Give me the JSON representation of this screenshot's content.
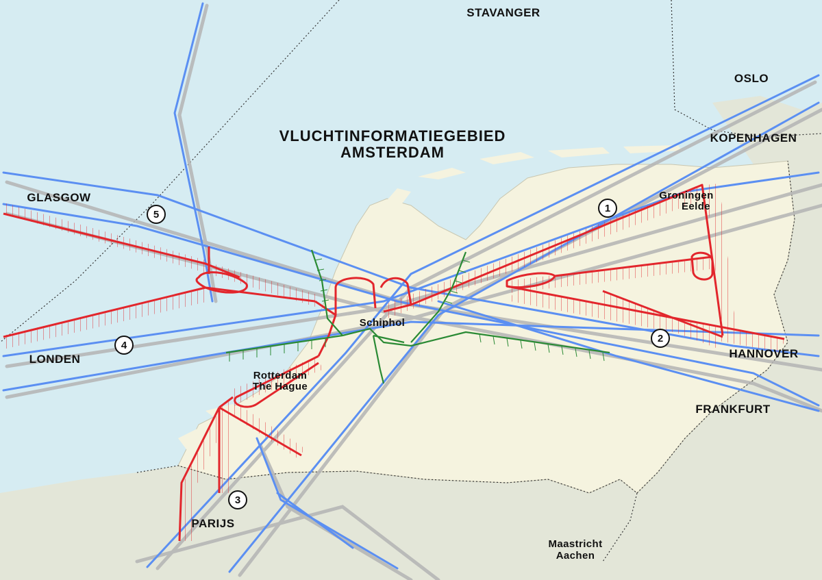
{
  "colors": {
    "sea": "#d6ecf2",
    "land": "#f5f3df",
    "foreign_land": "#e3e6d8",
    "airway": "#5b8ff2",
    "airway_shadow": "#b4b4b4",
    "arrival": "#e2262c",
    "departure": "#2a8a34",
    "hatch_red": "#e2262c",
    "hatch_green": "#2a8a34"
  },
  "fir_title": {
    "line1": "VLUCHTINFORMATIEGEBIED",
    "line2": "AMSTERDAM"
  },
  "regions": {
    "stavanger": "STAVANGER",
    "oslo": "OSLO",
    "kopenhagen": "KOPENHAGEN",
    "glasgow": "GLASGOW",
    "londen": "LONDEN",
    "hannover": "HANNOVER",
    "frankfurt": "FRANKFURT",
    "parijs": "PARIJS"
  },
  "airports": {
    "schiphol": "Schiphol",
    "rotterdam_1": "Rotterdam",
    "rotterdam_2": "The Hague",
    "groningen_1": "Groningen",
    "groningen_2": "Eelde",
    "maastricht_1": "Maastricht",
    "maastricht_2": "Aachen"
  },
  "route_numbers": [
    "1",
    "2",
    "3",
    "4",
    "5"
  ]
}
